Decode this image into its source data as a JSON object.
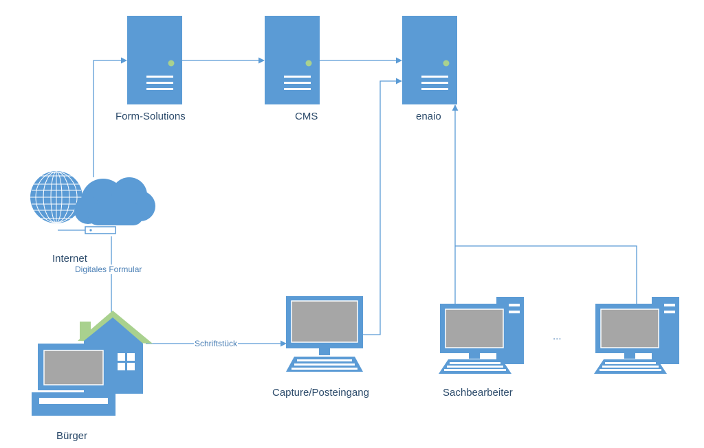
{
  "nodes": {
    "form_solutions": "Form-Solutions",
    "cms": "CMS",
    "enaio": "enaio",
    "internet": "Internet",
    "capture": "Capture/Posteingang",
    "sachbearbeiter": "Sachbearbeiter",
    "buerger": "Bürger"
  },
  "edges": {
    "digitales_formular": "Digitales Formular",
    "schriftstueck": "Schriftstück"
  },
  "ellipsis": "...",
  "colors": {
    "primary": "#5b9bd5",
    "line": "#5b9bd5",
    "screen": "#a6a6a6",
    "led": "#a9d18e",
    "roof": "#a9d18e",
    "text": "#2b4a6a",
    "edge_text": "#4a7fb5"
  }
}
